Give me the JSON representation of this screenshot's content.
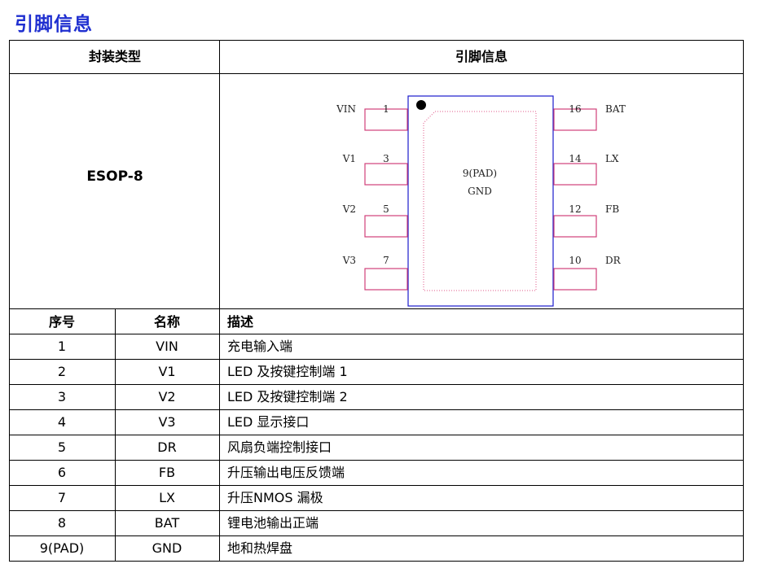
{
  "title": "引脚信息",
  "table": {
    "header_package": "封装类型",
    "header_pinout": "引脚信息",
    "package_name": "ESOP-8",
    "col_headers": [
      "序号",
      "名称",
      "描述"
    ],
    "rows": [
      {
        "no": "1",
        "name": "VIN",
        "desc": "充电输入端"
      },
      {
        "no": "2",
        "name": "V1",
        "desc": "LED 及按键控制端 1"
      },
      {
        "no": "3",
        "name": "V2",
        "desc": "LED 及按键控制端 2"
      },
      {
        "no": "4",
        "name": "V3",
        "desc": "LED 显示接口"
      },
      {
        "no": "5",
        "name": "DR",
        "desc": "风扇负端控制接口"
      },
      {
        "no": "6",
        "name": "FB",
        "desc": "升压输出电压反馈端"
      },
      {
        "no": "7",
        "name": "LX",
        "desc": "升压NMOS 漏极"
      },
      {
        "no": "8",
        "name": "BAT",
        "desc": "锂电池输出正端"
      },
      {
        "no": "9(PAD)",
        "name": "GND",
        "desc": "地和热焊盘"
      }
    ]
  },
  "diagram": {
    "pad_label": "9(PAD)",
    "pad_name": "GND",
    "left_pins": [
      {
        "num": "1",
        "name": "VIN"
      },
      {
        "num": "3",
        "name": "V1"
      },
      {
        "num": "5",
        "name": "V2"
      },
      {
        "num": "7",
        "name": "V3"
      }
    ],
    "right_pins": [
      {
        "num": "16",
        "name": "BAT"
      },
      {
        "num": "14",
        "name": "LX"
      },
      {
        "num": "12",
        "name": "FB"
      },
      {
        "num": "10",
        "name": "DR"
      }
    ],
    "colors": {
      "body_outline": "#1a1acc",
      "pin_outline": "#d0407a",
      "pad_dots": "#e05a8a",
      "title": "#1f2fd0"
    }
  }
}
